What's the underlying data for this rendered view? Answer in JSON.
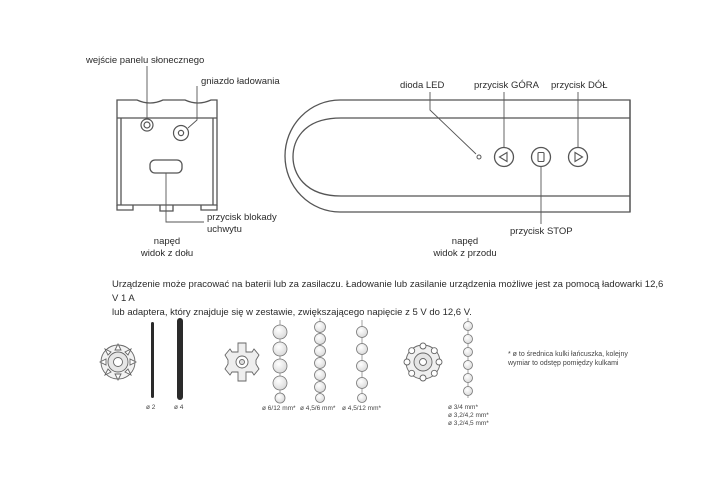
{
  "callouts": {
    "solar_input": "wejście panelu słonecznego",
    "charging_socket": "gniazdo ładowania",
    "lock_button_line1": "przycisk blokady",
    "lock_button_line2": "uchwytu",
    "bottom_view_line1": "napęd",
    "bottom_view_line2": "widok z dołu",
    "led": "dioda LED",
    "up_button": "przycisk GÓRA",
    "down_button": "przycisk DÓŁ",
    "stop_button": "przycisk STOP",
    "front_view_line1": "napęd",
    "front_view_line2": "widok z przodu"
  },
  "description": {
    "line1": "Urządzenie może pracować na baterii lub za zasilaczu. Ładowanie lub zasilanie urządzenia możliwe jest za pomocą ładowarki 12,6 V 1 A",
    "line2": "lub adaptera, który znajduje się w zestawie, zwiększającego napięcie z 5 V do 12,6 V."
  },
  "accessories": {
    "cord_a": "ø 2",
    "cord_b": "ø 4",
    "chain_a": "ø 6/12 mm*",
    "chain_b": "ø 4,5/6 mm*",
    "chain_c": "ø 4,5/12 mm*",
    "chain_d_lines": [
      "ø 3/4 mm*",
      "ø 3,2/4,2 mm*",
      "ø 3,2/4,5 mm*"
    ],
    "note_line1": "* ø to średnica kulki łańcuszka, kolejny",
    "note_line2": "wymiar to odstęp pomiędzy kulkami"
  },
  "colors": {
    "line": "#555555",
    "text": "#2b2b2b",
    "fill": "#ffffff"
  }
}
